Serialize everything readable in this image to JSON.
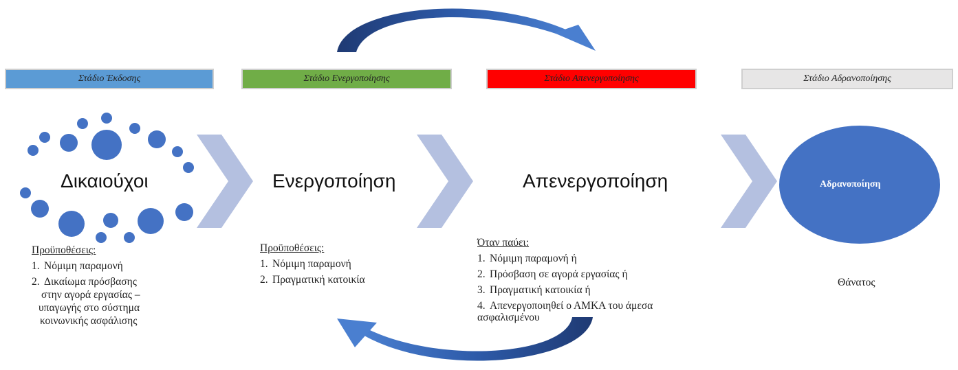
{
  "stages": [
    {
      "label": "Στάδιο Έκδοσης",
      "color": "#5b9bd5"
    },
    {
      "label": "Στάδιο Ενεργοποίησης",
      "color": "#70ad47"
    },
    {
      "label": "Στάδιο Απενεργοποίησης",
      "color": "#ff0000"
    },
    {
      "label": "Στάδιο Αδρανοποίησης",
      "color": "#e7e6e6"
    }
  ],
  "titles": {
    "beneficiaries": "Δικαιούχοι",
    "activation": "Ενεργοποίηση",
    "deactivation": "Απενεργοποίηση",
    "dormancy": "Αδρανοποίηση"
  },
  "colors": {
    "dot_blue": "#4472c4",
    "chevron": "#b4c0e0",
    "arrow_dark": "#1f3a73"
  },
  "beneficiaries_block": {
    "heading": "Προϋποθέσεις:",
    "items": [
      {
        "num": "1.",
        "text": "Νόμιμη παραμονή"
      },
      {
        "num": "2.",
        "line1": "Δικαίωμα πρόσβασης",
        "line2": "στην αγορά εργασίας –",
        "line3": "υπαγωγής στο σύστημα",
        "line4": "κοινωνικής ασφάλισης"
      }
    ]
  },
  "activation_block": {
    "heading": "Προϋποθέσεις:",
    "items": [
      {
        "num": "1.",
        "text": "Νόμιμη παραμονή"
      },
      {
        "num": "2.",
        "text": "Πραγματική κατοικία"
      }
    ]
  },
  "deactivation_block": {
    "heading": "Όταν παύει:",
    "items": [
      {
        "num": "1.",
        "text": "Νόμιμη παραμονή ή"
      },
      {
        "num": "2.",
        "text": "Πρόσβαση σε αγορά εργασίας ή"
      },
      {
        "num": "3.",
        "text": "Πραγματική κατοικία ή"
      },
      {
        "num": "4.",
        "line1": "Απενεργοποιηθεί ο ΑΜΚΑ του άμεσα",
        "line2": "ασφαλισμένου"
      }
    ]
  },
  "dormancy_block": {
    "text": "Θάνατος"
  }
}
